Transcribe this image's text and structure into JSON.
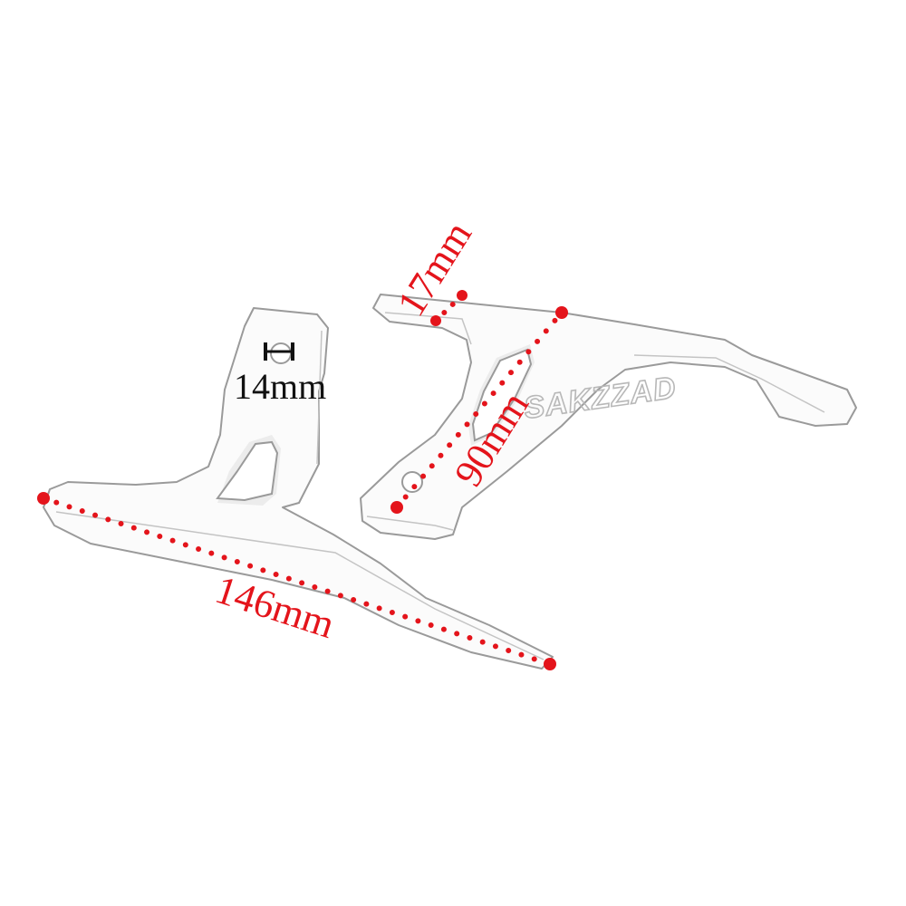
{
  "watermark": "SAKZZAD",
  "colors": {
    "dimension": "#e4141b",
    "label": "#111111",
    "part_outline": "#9a9a9a"
  },
  "dimensions": {
    "hole": "14mm",
    "length": "146mm",
    "width": "17mm",
    "diagonal": "90mm"
  }
}
